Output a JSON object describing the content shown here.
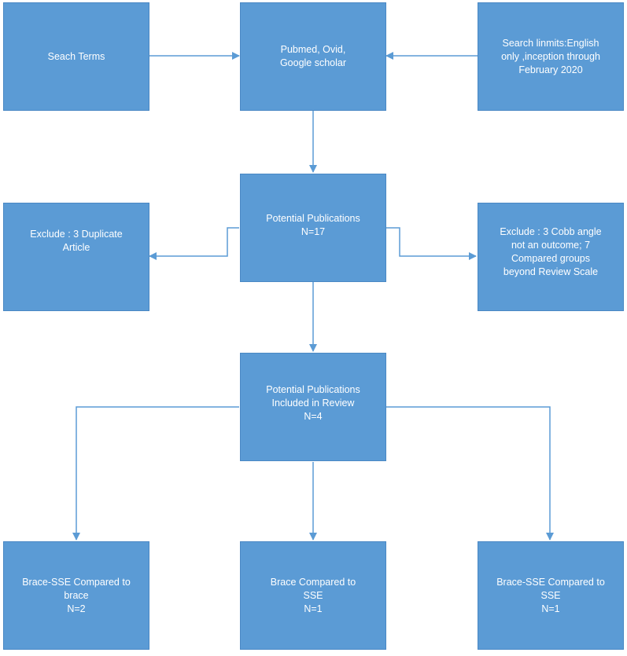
{
  "diagram": {
    "line_color": "#5b9bd5",
    "box_fill": "#5b9bd5",
    "text_color": "#ffffff",
    "nodes": [
      {
        "id": "search-terms",
        "lines": [
          "Seach Terms"
        ]
      },
      {
        "id": "databases",
        "lines": [
          "Pubmed, Ovid,",
          "Google scholar"
        ]
      },
      {
        "id": "search-limits",
        "lines": [
          "Search linmits:English",
          "only ,inception through",
          "February 2020"
        ]
      },
      {
        "id": "exclude-duplicates",
        "lines": [
          "Exclude : 3 Duplicate",
          "Article"
        ]
      },
      {
        "id": "potential-publications",
        "lines": [
          "Potential Publications",
          "N=17"
        ]
      },
      {
        "id": "exclude-cobb",
        "lines": [
          "Exclude : 3 Cobb angle",
          "not an outcome; 7",
          "Compared  groups",
          "beyond Review Scale"
        ]
      },
      {
        "id": "included-in-review",
        "lines": [
          "Potential Publications",
          "Included in Review",
          "N=4"
        ]
      },
      {
        "id": "brace-sse-vs-brace",
        "lines": [
          "Brace-SSE Compared to",
          "brace",
          "N=2"
        ]
      },
      {
        "id": "brace-vs-sse",
        "lines": [
          "Brace Compared to",
          "SSE",
          "N=1"
        ]
      },
      {
        "id": "brace-sse-vs-sse",
        "lines": [
          "Brace-SSE Compared to",
          "SSE",
          "N=1"
        ]
      }
    ]
  }
}
